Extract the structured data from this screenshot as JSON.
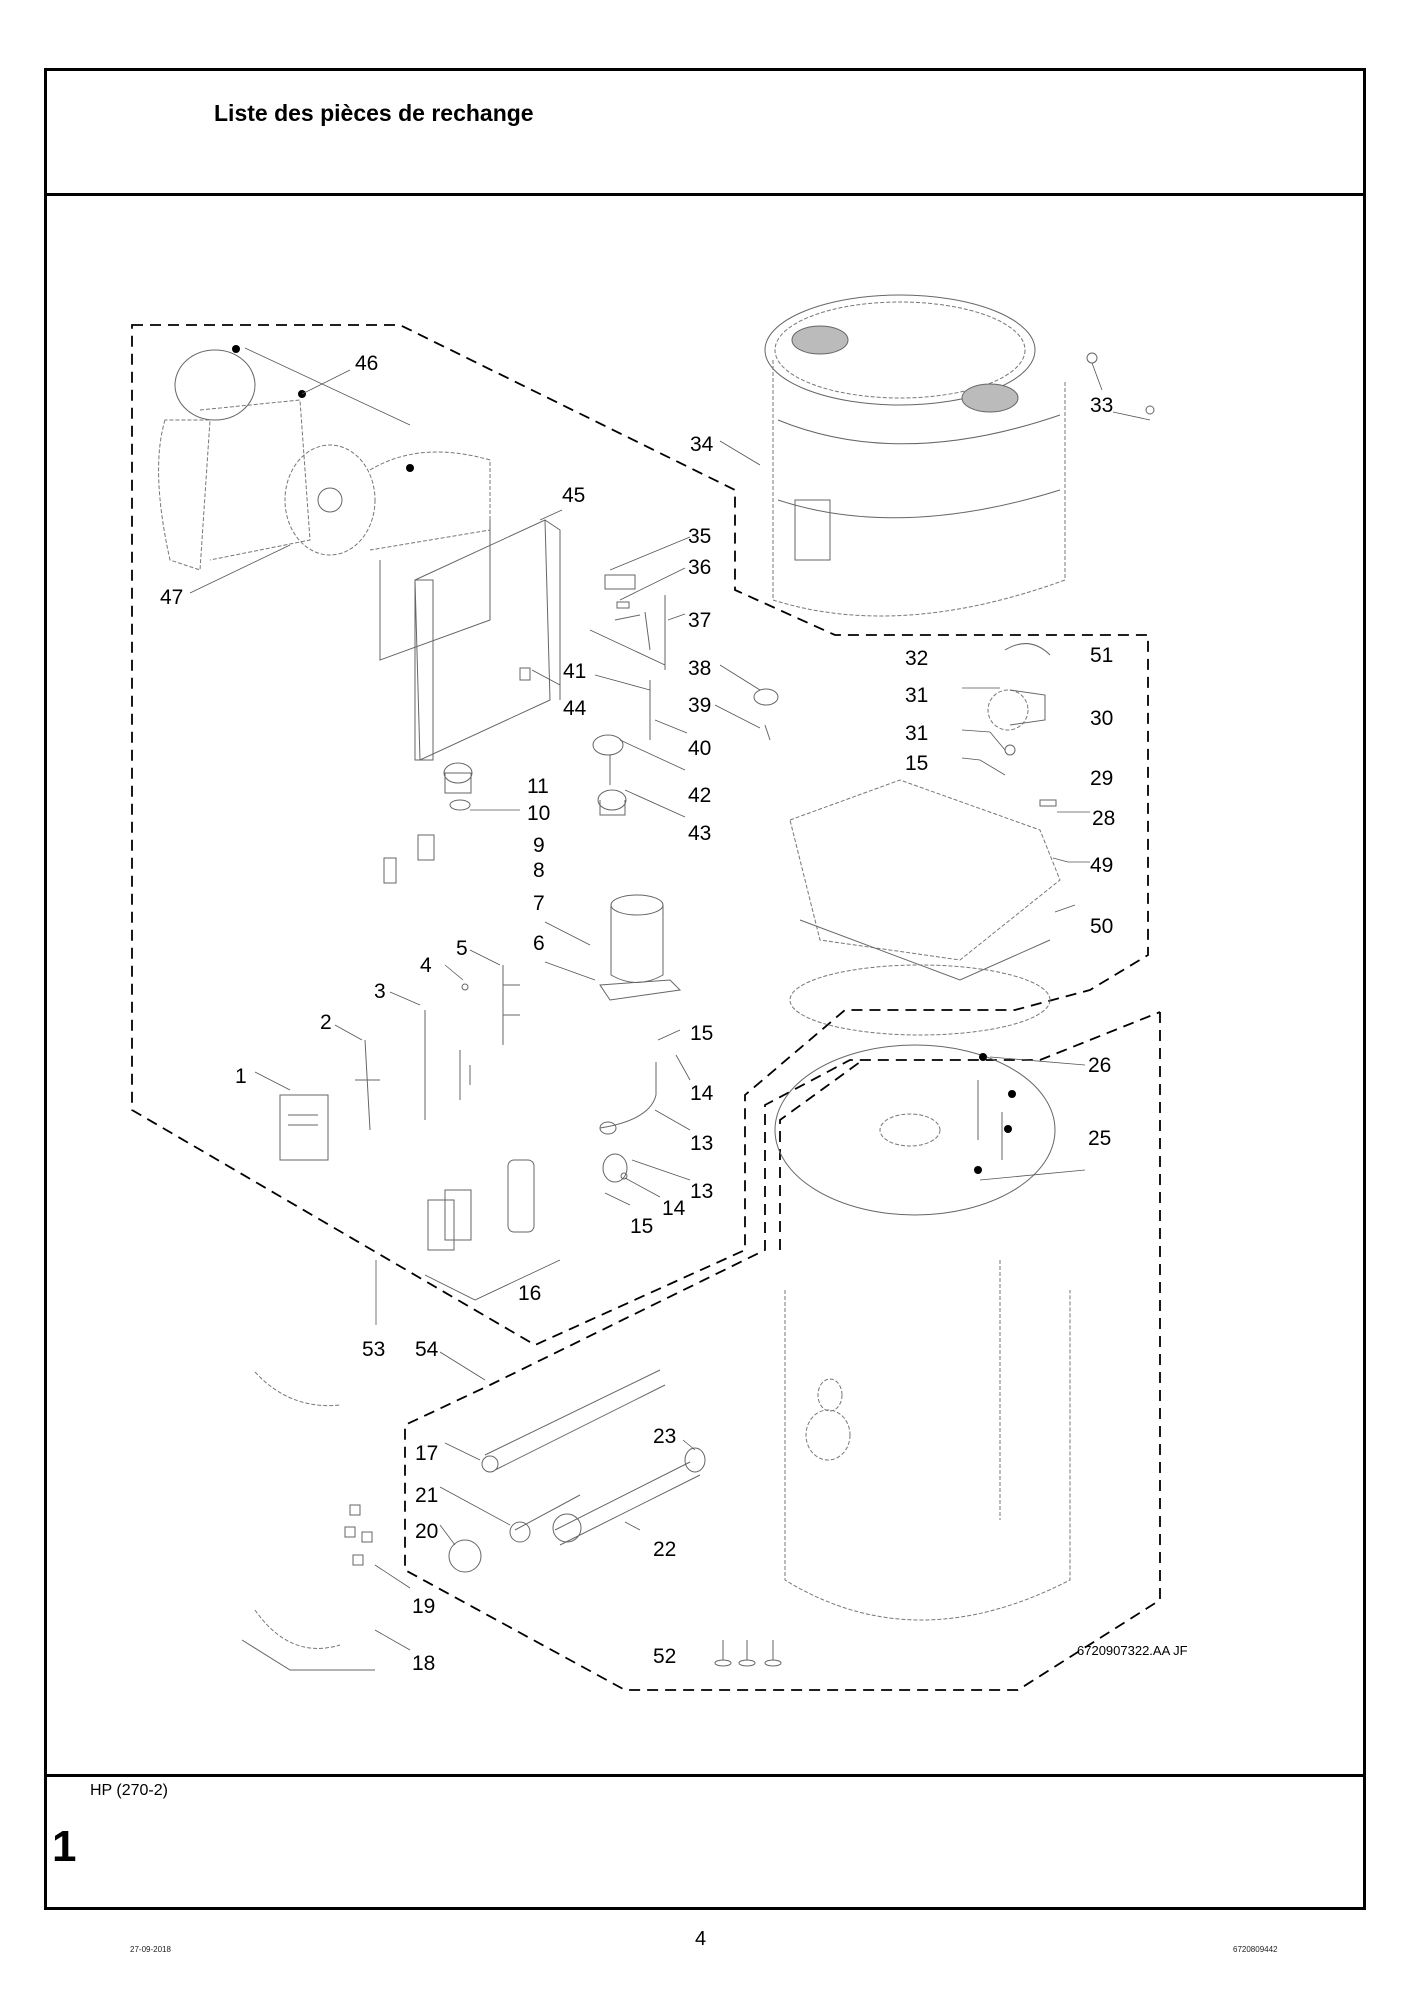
{
  "header": {
    "title": "Liste des pièces de rechange"
  },
  "diagram": {
    "drawing_code": "6720907322.AA   JF",
    "callouts": [
      {
        "id": "c46",
        "label": "46"
      },
      {
        "id": "c45",
        "label": "45"
      },
      {
        "id": "c47",
        "label": "47"
      },
      {
        "id": "c34",
        "label": "34"
      },
      {
        "id": "c33",
        "label": "33"
      },
      {
        "id": "c35",
        "label": "35"
      },
      {
        "id": "c36",
        "label": "36"
      },
      {
        "id": "c37",
        "label": "37"
      },
      {
        "id": "c38",
        "label": "38"
      },
      {
        "id": "c39",
        "label": "39"
      },
      {
        "id": "c40",
        "label": "40"
      },
      {
        "id": "c41",
        "label": "41"
      },
      {
        "id": "c42",
        "label": "42"
      },
      {
        "id": "c43",
        "label": "43"
      },
      {
        "id": "c44",
        "label": "44"
      },
      {
        "id": "c32",
        "label": "32"
      },
      {
        "id": "c51",
        "label": "51"
      },
      {
        "id": "c31a",
        "label": "31"
      },
      {
        "id": "c30",
        "label": "30"
      },
      {
        "id": "c31b",
        "label": "31"
      },
      {
        "id": "c15a",
        "label": "15"
      },
      {
        "id": "c29",
        "label": "29"
      },
      {
        "id": "c28",
        "label": "28"
      },
      {
        "id": "c49",
        "label": "49"
      },
      {
        "id": "c50",
        "label": "50"
      },
      {
        "id": "c11",
        "label": "11"
      },
      {
        "id": "c10",
        "label": "10"
      },
      {
        "id": "c9",
        "label": "9"
      },
      {
        "id": "c8",
        "label": "8"
      },
      {
        "id": "c7",
        "label": "7"
      },
      {
        "id": "c6",
        "label": "6"
      },
      {
        "id": "c5",
        "label": "5"
      },
      {
        "id": "c4",
        "label": "4"
      },
      {
        "id": "c3",
        "label": "3"
      },
      {
        "id": "c2",
        "label": "2"
      },
      {
        "id": "c1",
        "label": "1"
      },
      {
        "id": "c15b",
        "label": "15"
      },
      {
        "id": "c14a",
        "label": "14"
      },
      {
        "id": "c13a",
        "label": "13"
      },
      {
        "id": "c13b",
        "label": "13"
      },
      {
        "id": "c14b",
        "label": "14"
      },
      {
        "id": "c15c",
        "label": "15"
      },
      {
        "id": "c16",
        "label": "16"
      },
      {
        "id": "c26",
        "label": "26"
      },
      {
        "id": "c25",
        "label": "25"
      },
      {
        "id": "c53",
        "label": "53"
      },
      {
        "id": "c54",
        "label": "54"
      },
      {
        "id": "c17",
        "label": "17"
      },
      {
        "id": "c23",
        "label": "23"
      },
      {
        "id": "c21",
        "label": "21"
      },
      {
        "id": "c20",
        "label": "20"
      },
      {
        "id": "c22",
        "label": "22"
      },
      {
        "id": "c19",
        "label": "19"
      },
      {
        "id": "c18",
        "label": "18"
      },
      {
        "id": "c52",
        "label": "52"
      }
    ]
  },
  "footer": {
    "model": "HP (270-2)",
    "section_number": "1",
    "date": "27-09-2018",
    "page_number": "4",
    "document_number": "6720809442"
  }
}
